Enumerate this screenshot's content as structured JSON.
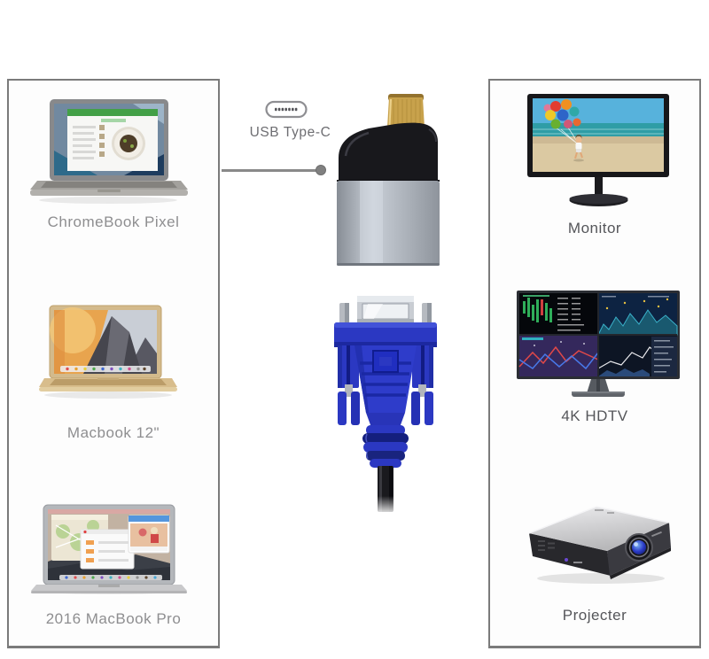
{
  "diagram": {
    "center": {
      "port_label": "USB Type-C"
    },
    "left_panel": {
      "devices": [
        {
          "label": "ChromeBook Pixel"
        },
        {
          "label": "Macbook 12\""
        },
        {
          "label": "2016 MacBook Pro"
        }
      ]
    },
    "right_panel": {
      "devices": [
        {
          "label": "Monitor"
        },
        {
          "label": "4K HDTV"
        },
        {
          "label": "Projecter"
        }
      ]
    },
    "colors": {
      "panel_border": "#7b7b7b",
      "left_label": "#8e8e90",
      "right_label": "#55565a",
      "connector_line": "#898989",
      "usbc_gold": "#c8a24c",
      "adapter_silver": "#c9cfd7",
      "adapter_black": "#18181c",
      "vga_blue": "#2b38c2",
      "cable_black": "#1a1a1e"
    }
  }
}
